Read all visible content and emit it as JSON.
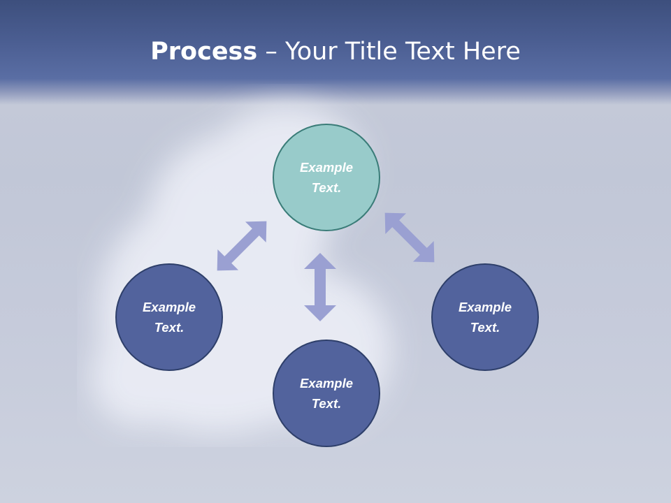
{
  "slide": {
    "title_bold": "Process",
    "title_rest": " – Your Title Text Here"
  },
  "nodes": {
    "top": {
      "line1": "Example",
      "line2": "Text."
    },
    "left": {
      "line1": "Example",
      "line2": "Text."
    },
    "bottom": {
      "line1": "Example",
      "line2": "Text."
    },
    "right": {
      "line1": "Example",
      "line2": "Text."
    }
  },
  "colors": {
    "header": "#4b5e92",
    "node_fill": "#52639d",
    "node_border": "#2e3f6a",
    "center_fill": "#98cbca",
    "center_border": "#3a7c78",
    "arrow": "#9aa0d2"
  }
}
